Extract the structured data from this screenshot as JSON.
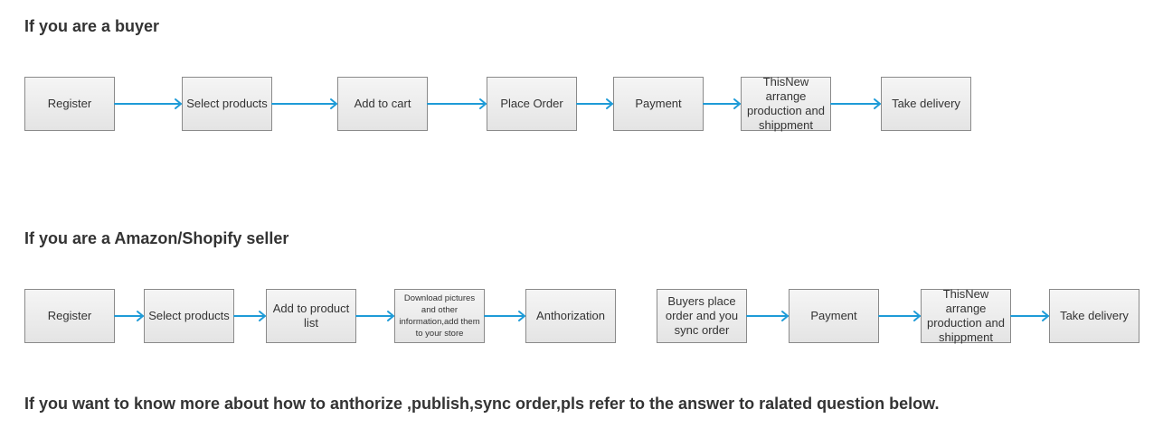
{
  "colors": {
    "arrow": "#1e9bd7",
    "box_border": "#8a8a8a",
    "text": "#333333"
  },
  "buyer": {
    "heading": "If you are a buyer",
    "steps": [
      "Register",
      "Select products",
      "Add to cart",
      "Place Order",
      "Payment",
      "ThisNew arrange production and shippment",
      "Take delivery"
    ]
  },
  "seller": {
    "heading": "If you are a Amazon/Shopify seller",
    "steps": [
      "Register",
      "Select products",
      "Add to product list",
      "Download pictures and other information,add them to your store",
      "Anthorization",
      "Buyers place order and you sync order",
      "Payment",
      "ThisNew arrange production and shippment",
      "Take delivery"
    ]
  },
  "footer_note": "If you want to know more about how to anthorize ,publish,sync order,pls refer to the answer to ralated question below."
}
